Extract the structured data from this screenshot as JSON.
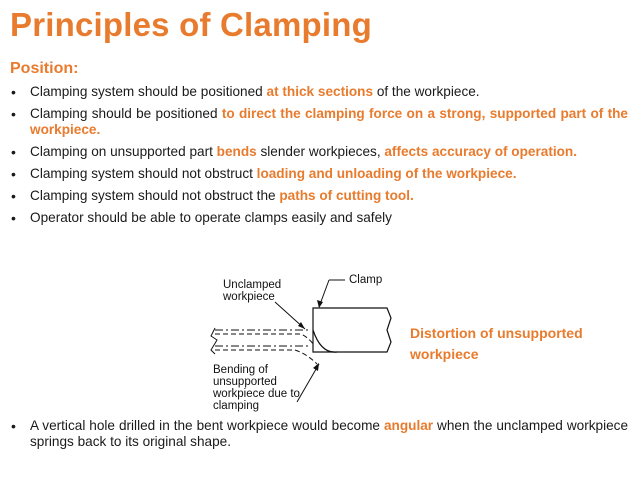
{
  "title": "Principles of Clamping",
  "subtitle": "Position:",
  "bullets": [
    {
      "parts": [
        {
          "text": "Clamping system should be positioned ",
          "hl": false
        },
        {
          "text": "at thick sections",
          "hl": true
        },
        {
          "text": " of the workpiece.",
          "hl": false
        }
      ]
    },
    {
      "parts": [
        {
          "text": "Clamping should be positioned ",
          "hl": false
        },
        {
          "text": "to direct the clamping force on a strong, supported part of the workpiece.",
          "hl": true
        }
      ]
    },
    {
      "parts": [
        {
          "text": "Clamping on unsupported part ",
          "hl": false
        },
        {
          "text": "bends",
          "hl": true
        },
        {
          "text": " slender workpieces, ",
          "hl": false
        },
        {
          "text": "affects accuracy of operation.",
          "hl": true
        }
      ]
    },
    {
      "parts": [
        {
          "text": "Clamping system should not obstruct ",
          "hl": false
        },
        {
          "text": "loading and unloading of the workpiece.",
          "hl": true
        }
      ]
    },
    {
      "parts": [
        {
          "text": "Clamping system should not obstruct the ",
          "hl": false
        },
        {
          "text": "paths of cutting tool.",
          "hl": true
        }
      ]
    },
    {
      "parts": [
        {
          "text": "Operator should be able to operate clamps easily and safely",
          "hl": false
        }
      ]
    }
  ],
  "figure": {
    "label_unclamped": "Unclamped workpiece",
    "label_clamp": "Clamp",
    "label_bending": "Bending of unsupported workpiece due to clamping"
  },
  "note": "Distortion of unsupported workpiece",
  "bottom_bullet": {
    "parts": [
      {
        "text": "A vertical hole drilled in the bent workpiece would become ",
        "hl": false
      },
      {
        "text": "angular",
        "hl": true
      },
      {
        "text": " when the unclamped workpiece springs back to its original shape.",
        "hl": false
      }
    ]
  },
  "colors": {
    "accent": "#e87b2d",
    "text": "#1a1a1a"
  }
}
